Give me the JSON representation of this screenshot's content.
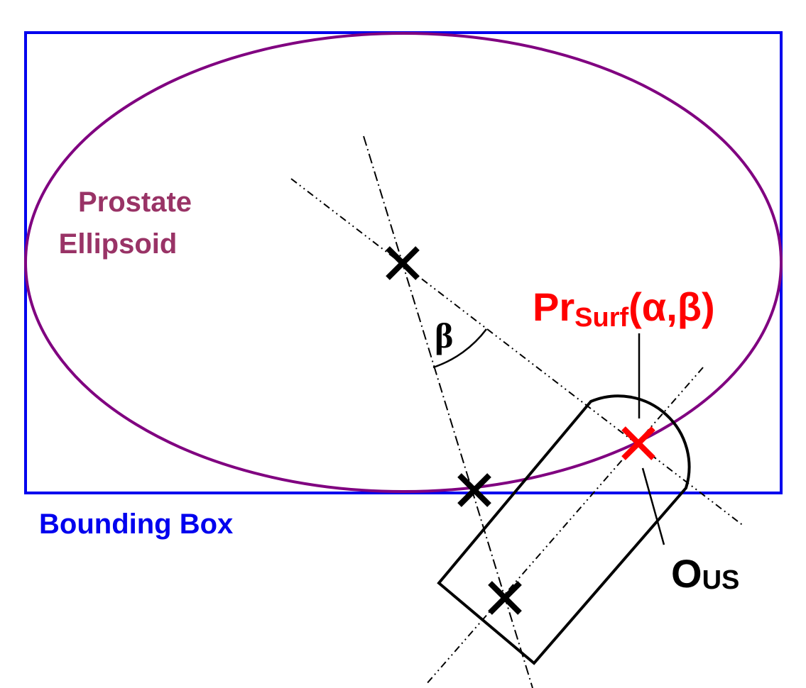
{
  "labels": {
    "ellipsoid_line1": "Prostate",
    "ellipsoid_line2": "Ellipsoid",
    "bounding_box": "Bounding Box",
    "angle_beta": "β",
    "surface_point_main": "Pr",
    "surface_point_sub": "Surf",
    "surface_point_args": "(α,β)",
    "origin_main": "O",
    "origin_sub": "US"
  },
  "colors": {
    "bounding_box": "#0000ee",
    "ellipsoid": "#800080",
    "ellipsoid_label": "#993366",
    "surface_point": "#ff0000",
    "lines": "#000000"
  },
  "icons": {
    "center_marker": "cross-mark-icon",
    "surface_marker": "cross-mark-icon"
  }
}
